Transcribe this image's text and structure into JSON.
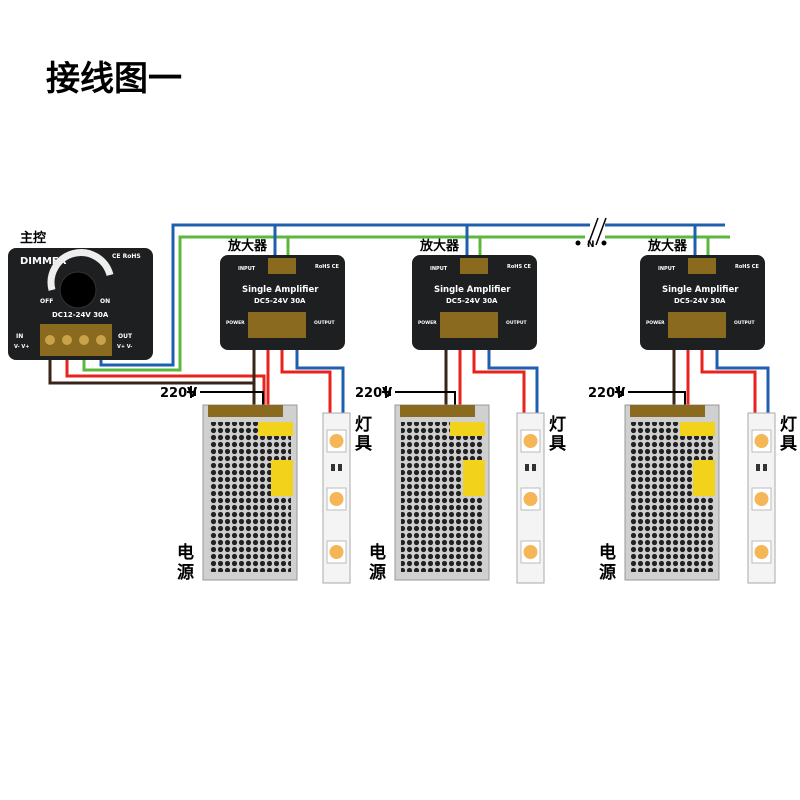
{
  "title": "接线图一",
  "master": {
    "label": "主控",
    "brand": "DIMMER",
    "cert": "CE RoHS",
    "off": "OFF",
    "on": "ON",
    "rating": "DC12-24V 30A",
    "in": "IN",
    "in_pins": "V- V+",
    "out": "OUT",
    "out_pins": "V+ V-"
  },
  "amplifier": {
    "label": "放大器",
    "name": "Single Amplifier",
    "rating": "DC5-24V 30A",
    "input": "INPUT",
    "power": "POWER",
    "output": "OUTPUT",
    "cert": "RoHS CE"
  },
  "power_supply": {
    "label_1": "电",
    "label_2": "源",
    "ac": "220V"
  },
  "light": {
    "label_1": "灯",
    "label_2": "具"
  },
  "break_mark": "N",
  "colors": {
    "blue": "#1f5fb0",
    "green": "#5cb83c",
    "red": "#e8231d",
    "brown": "#3a2418"
  }
}
